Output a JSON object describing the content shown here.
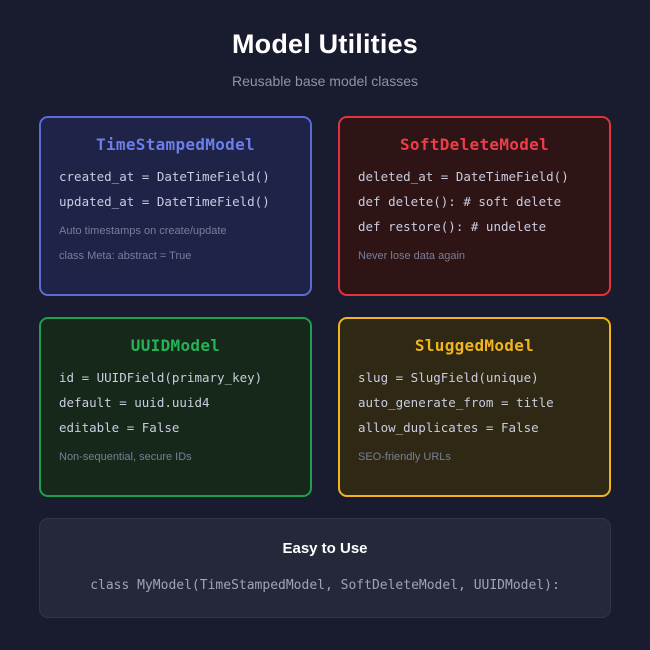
{
  "header": {
    "title": "Model Utilities",
    "subtitle": "Reusable base model classes"
  },
  "colors": {
    "page_background": "#191b2e",
    "text_primary": "#ffffff",
    "text_muted": "#8e93a8",
    "code_text": "#c9cde1",
    "note_text": "#787f99",
    "blue": "#6b7fe8",
    "red": "#ef3c4a",
    "green": "#22b455",
    "amber": "#f0b41e"
  },
  "cards": [
    {
      "title": "TimeStampedModel",
      "accent": "#6b7fe8",
      "border": "#5b6bd6",
      "background": "#1e2347",
      "code": [
        "created_at = DateTimeField()",
        "updated_at = DateTimeField()"
      ],
      "notes": [
        "Auto timestamps on create/update",
        "class Meta: abstract = True"
      ]
    },
    {
      "title": "SoftDeleteModel",
      "accent": "#ef3c4a",
      "border": "#e0333f",
      "background": "#2e1414",
      "code": [
        "deleted_at = DateTimeField()",
        "def delete(): # soft delete",
        "def restore(): # undelete"
      ],
      "notes": [
        "Never lose data again"
      ]
    },
    {
      "title": "UUIDModel",
      "accent": "#22b455",
      "border": "#1f9e4b",
      "background": "#16281a",
      "code": [
        "id = UUIDField(primary_key)",
        "default = uuid.uuid4",
        "editable = False"
      ],
      "notes": [
        "Non-sequential, secure IDs"
      ]
    },
    {
      "title": "SluggedModel",
      "accent": "#f0b41e",
      "border": "#f0b41e",
      "background": "#2e2814",
      "code": [
        "slug = SlugField(unique)",
        "auto_generate_from = title",
        "allow_duplicates = False"
      ],
      "notes": [
        "SEO-friendly URLs"
      ]
    }
  ],
  "footer": {
    "title": "Easy to Use",
    "code": "class MyModel(TimeStampedModel, SoftDeleteModel, UUIDModel):"
  }
}
